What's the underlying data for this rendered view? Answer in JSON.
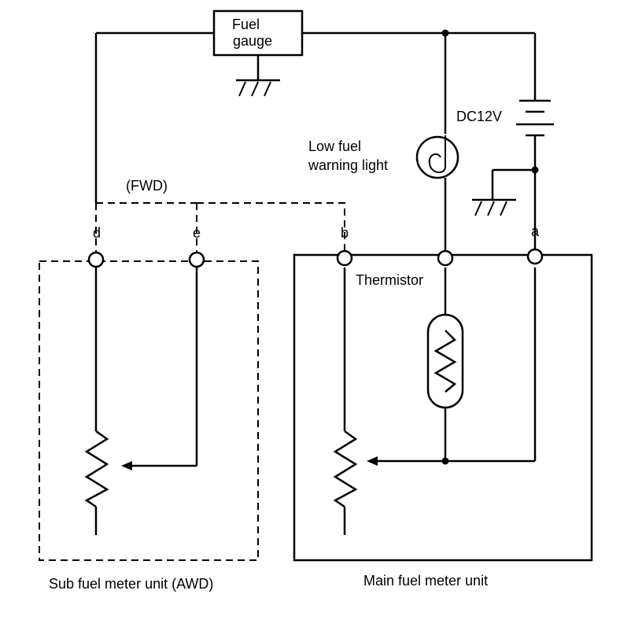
{
  "components": {
    "fuel_gauge": {
      "line1": "Fuel",
      "line2": "gauge"
    },
    "battery": "DC12V",
    "warning_light": {
      "line1": "Low fuel",
      "line2": "warning light"
    },
    "thermistor": "Thermistor",
    "fwd_label": "(FWD)"
  },
  "terminals": {
    "d": "d",
    "e": "e",
    "b": "b",
    "a": "a"
  },
  "units": {
    "sub": "Sub fuel meter unit (AWD)",
    "main": "Main fuel meter unit"
  }
}
